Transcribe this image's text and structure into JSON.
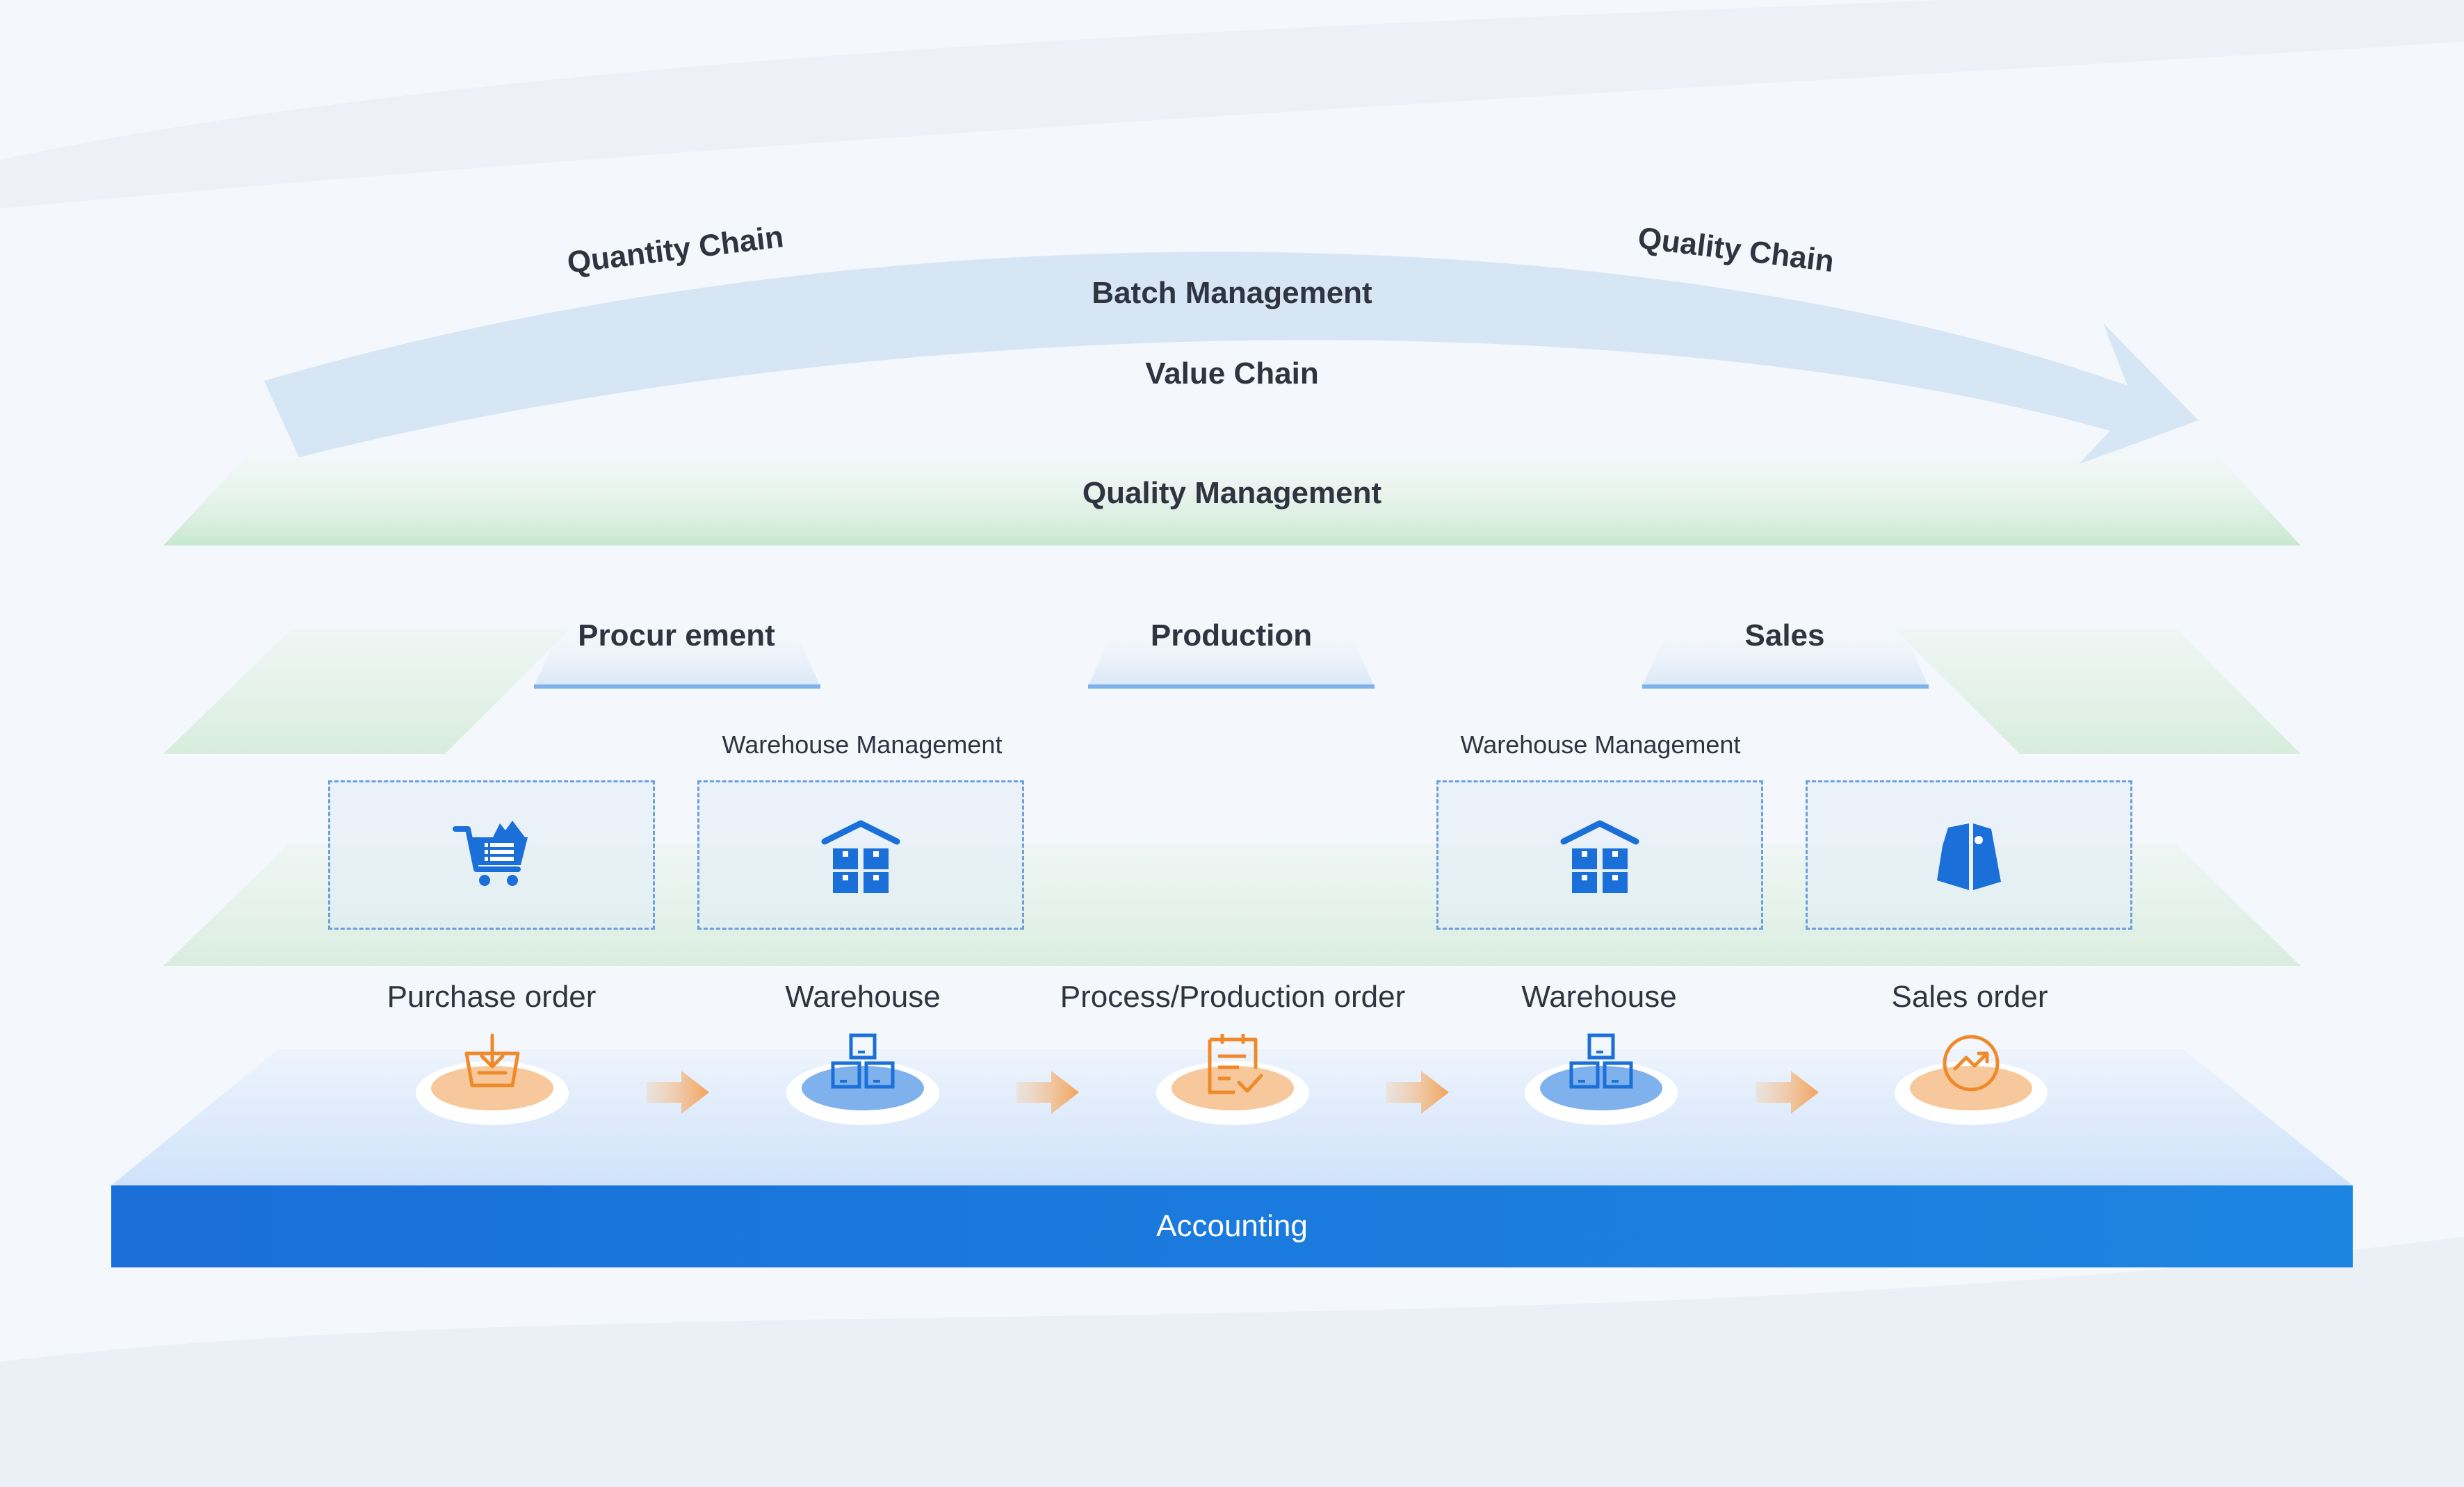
{
  "top": {
    "quantity_chain": "Quantity Chain",
    "quality_chain": "Quality Chain",
    "batch_management": "Batch Management",
    "value_chain": "Value Chain",
    "quality_management": "Quality Management"
  },
  "stages": {
    "procurement": "Procur ement",
    "production": "Production",
    "sales": "Sales"
  },
  "warehouse_mgmt": {
    "left": "Warehouse Management",
    "right": "Warehouse Management"
  },
  "flow": {
    "purchase_order": "Purchase order",
    "warehouse_1": "Warehouse",
    "production_order": "Process/Production order",
    "warehouse_2": "Warehouse",
    "sales_order": "Sales order"
  },
  "accounting": "Accounting",
  "colors": {
    "accent_blue": "#1a6fd8",
    "orange": "#ef8a2b",
    "green_band": "#cdebd3",
    "arc_blue": "#d6e6f5"
  },
  "icons": {
    "box_1": "shopping-cart-icon",
    "box_2": "warehouse-icon",
    "box_3": "warehouse-icon",
    "box_4": "price-tag-icon",
    "node_1": "basket-download-icon",
    "node_2": "boxes-icon",
    "node_3": "clipboard-check-icon",
    "node_4": "boxes-icon",
    "node_5": "trend-circle-icon"
  }
}
